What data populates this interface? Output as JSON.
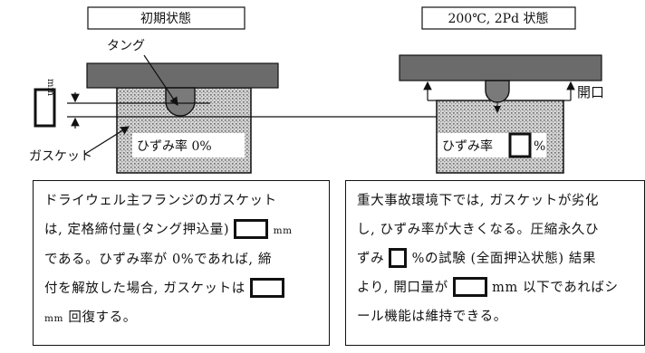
{
  "diagram": {
    "title_initial": "初期状態",
    "title_after": "200℃, 2Pd 状態",
    "label_tongue": "タング",
    "label_gasket": "ガスケット",
    "label_opening": "開口",
    "label_unit": "mm",
    "strain_initial": "ひずみ率 0%",
    "strain_after_prefix": "ひずみ率",
    "strain_after_suffix": "%"
  },
  "left_panel": {
    "l1": "ドライウェル主フランジのガスケット",
    "l2a": "は, 定格締付量(タング押込量)",
    "l2b": "mm",
    "l3": "である。ひずみ率が 0%であれば, 締",
    "l4": "付を解放した場合, ガスケットは",
    "l5a": "mm",
    "l5b": "回復する。"
  },
  "right_panel": {
    "l1": "重大事故環境下では, ガスケットが劣化",
    "l2": "し, ひずみ率が大きくなる。圧縮永久ひ",
    "l3a": "ずみ",
    "l3b": "%の試験 (全面押込状態) 結果",
    "l4a": "より, 開口量が",
    "l4b": "mm 以下であればシ",
    "l5": "ール機能は維持できる。"
  }
}
